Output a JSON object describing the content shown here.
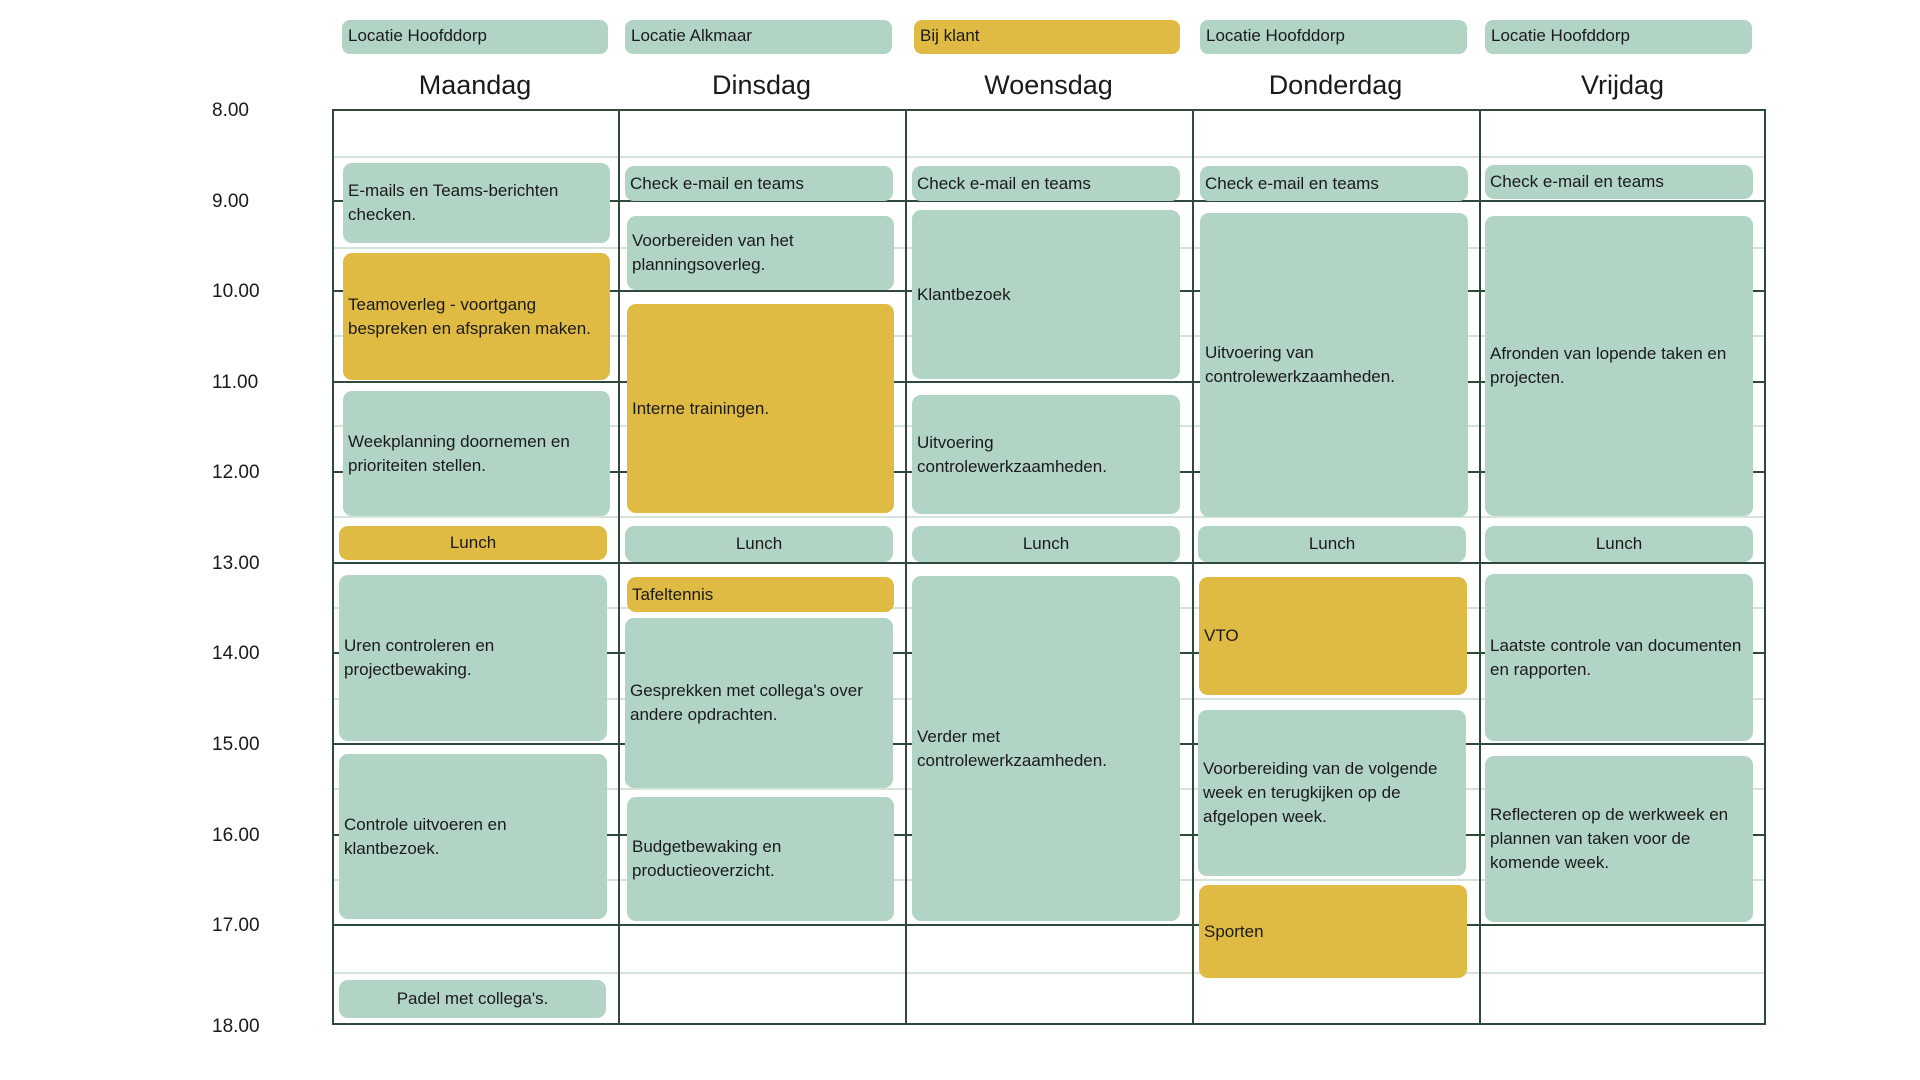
{
  "colors": {
    "green": "#b2d4c4",
    "yellow": "#e0bb44",
    "grid": "#2f4a3a"
  },
  "times": [
    "8.00",
    "9.00",
    "10.00",
    "11.00",
    "12.00",
    "13.00",
    "14.00",
    "15.00",
    "16.00",
    "17.00",
    "18.00"
  ],
  "days": [
    {
      "name": "Maandag",
      "location": "Locatie Hoofddorp",
      "location_color": "green",
      "events": [
        {
          "text": "E-mails en Teams-berichten checken.",
          "color": "green"
        },
        {
          "text": "Teamoverleg - voortgang bespreken en afspraken maken.",
          "color": "yellow"
        },
        {
          "text": "Weekplanning doornemen en prioriteiten stellen.",
          "color": "green"
        },
        {
          "text": "Lunch",
          "color": "yellow"
        },
        {
          "text": "Uren controleren en projectbewaking.",
          "color": "green"
        },
        {
          "text": "Controle uitvoeren en klantbezoek.",
          "color": "green"
        },
        {
          "text": "Padel met collega's.",
          "color": "green"
        }
      ]
    },
    {
      "name": "Dinsdag",
      "location": "Locatie Alkmaar",
      "location_color": "green",
      "events": [
        {
          "text": "Check e-mail en teams",
          "color": "green"
        },
        {
          "text": "Voorbereiden van het planningsoverleg.",
          "color": "green"
        },
        {
          "text": "Interne trainingen.",
          "color": "yellow"
        },
        {
          "text": "Lunch",
          "color": "green"
        },
        {
          "text": "Tafeltennis",
          "color": "yellow"
        },
        {
          "text": "Gesprekken met collega's over andere opdrachten.",
          "color": "green"
        },
        {
          "text": "Budgetbewaking en productieoverzicht.",
          "color": "green"
        }
      ]
    },
    {
      "name": "Woensdag",
      "location": "Bij klant",
      "location_color": "yellow",
      "events": [
        {
          "text": "Check e-mail en teams",
          "color": "green"
        },
        {
          "text": "Klantbezoek",
          "color": "green"
        },
        {
          "text": "Uitvoering controlewerkzaamheden.",
          "color": "green"
        },
        {
          "text": "Lunch",
          "color": "green"
        },
        {
          "text": "Verder met controlewerkzaamheden.",
          "color": "green"
        }
      ]
    },
    {
      "name": "Donderdag",
      "location": "Locatie Hoofddorp",
      "location_color": "green",
      "events": [
        {
          "text": "Check e-mail en teams",
          "color": "green"
        },
        {
          "text": "Uitvoering van controlewerkzaamheden.",
          "color": "green"
        },
        {
          "text": "Lunch",
          "color": "green"
        },
        {
          "text": "VTO",
          "color": "yellow"
        },
        {
          "text": "Voorbereiding van de volgende week en terugkijken op de afgelopen week.",
          "color": "green"
        },
        {
          "text": "Sporten",
          "color": "yellow"
        }
      ]
    },
    {
      "name": "Vrijdag",
      "location": "Locatie Hoofddorp",
      "location_color": "green",
      "events": [
        {
          "text": "Check e-mail en teams",
          "color": "green"
        },
        {
          "text": "Afronden van lopende taken en projecten.",
          "color": "green"
        },
        {
          "text": "Lunch",
          "color": "green"
        },
        {
          "text": "Laatste controle van documenten en rapporten.",
          "color": "green"
        },
        {
          "text": "Reflecteren op de werkweek en plannen van taken voor de komende week.",
          "color": "green"
        }
      ]
    }
  ]
}
